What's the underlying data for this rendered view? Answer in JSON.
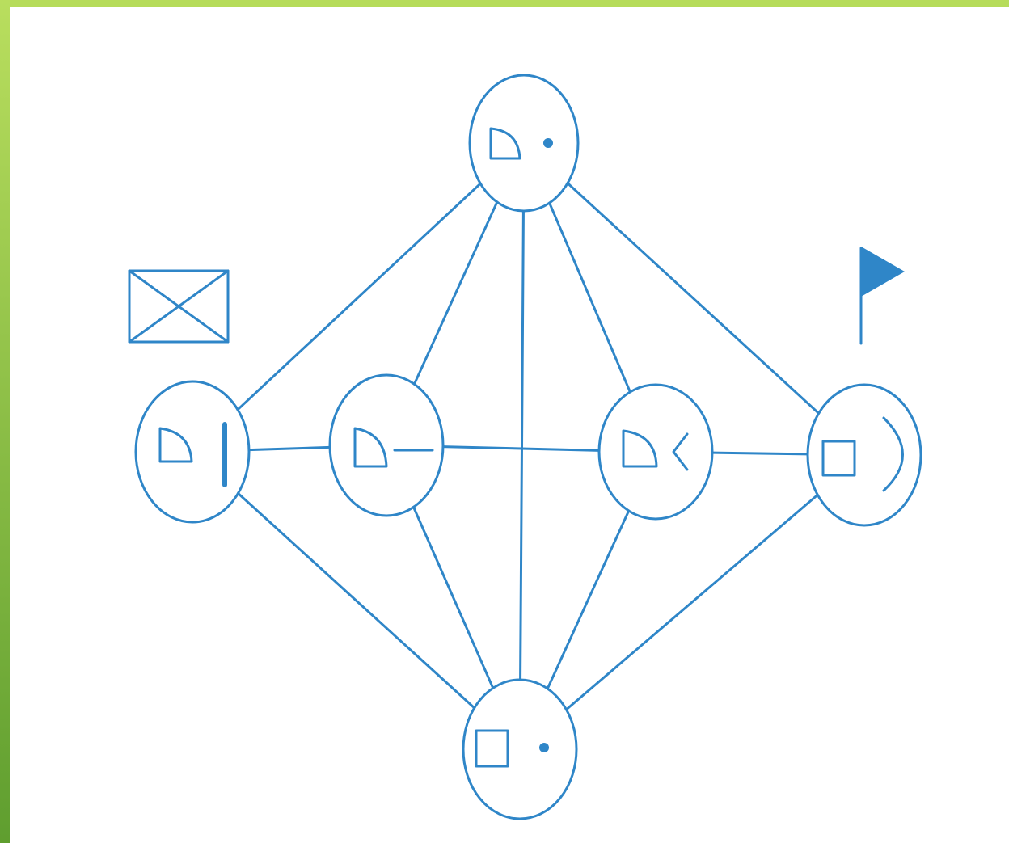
{
  "colors": {
    "ink": "#2f86c8",
    "accent_top": "#b6dc5a",
    "accent_left_top": "#b9de5e",
    "accent_left_bottom": "#5f9e2f",
    "background": "#ffffff"
  },
  "diagram": {
    "nodes": [
      {
        "id": "top",
        "symbols": [
          "quarter-shape",
          "dot"
        ]
      },
      {
        "id": "left",
        "symbols": [
          "quarter-shape",
          "vertical-bar"
        ]
      },
      {
        "id": "center-left",
        "symbols": [
          "quarter-shape",
          "dash"
        ]
      },
      {
        "id": "center-right",
        "symbols": [
          "quarter-shape",
          "angle-bracket"
        ]
      },
      {
        "id": "right",
        "symbols": [
          "square",
          "arc"
        ]
      },
      {
        "id": "bottom",
        "symbols": [
          "square",
          "dot"
        ]
      }
    ],
    "edges": [
      [
        "top",
        "left"
      ],
      [
        "top",
        "center-left"
      ],
      [
        "top",
        "bottom"
      ],
      [
        "top",
        "center-right"
      ],
      [
        "top",
        "right"
      ],
      [
        "left",
        "center-left"
      ],
      [
        "center-left",
        "center-right"
      ],
      [
        "center-right",
        "right"
      ],
      [
        "left",
        "bottom"
      ],
      [
        "center-left",
        "bottom"
      ],
      [
        "center-right",
        "bottom"
      ],
      [
        "right",
        "bottom"
      ]
    ],
    "markers": [
      {
        "id": "crossed-box",
        "near": "left",
        "icon": "crossed-box-icon"
      },
      {
        "id": "flag",
        "near": "right",
        "icon": "flag-icon"
      }
    ]
  }
}
